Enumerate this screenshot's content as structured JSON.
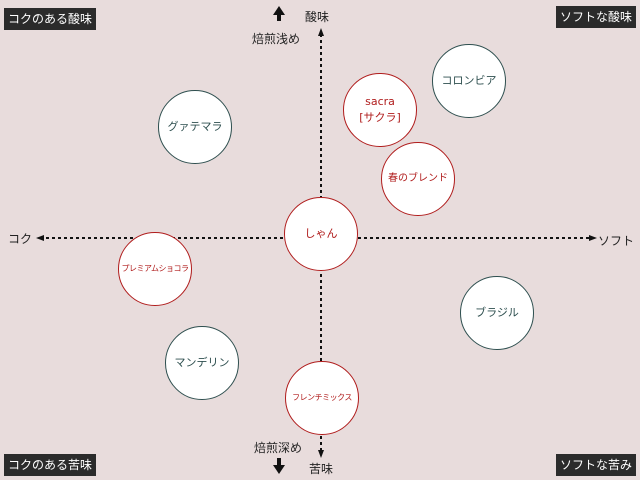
{
  "corners": {
    "top_left": "コクのある酸味",
    "top_right": "ソフトな酸味",
    "bottom_left": "コクのある苦味",
    "bottom_right": "ソフトな苦み"
  },
  "axes": {
    "top": "酸味",
    "top_sub": "焙煎浅め",
    "bottom": "苦味",
    "bottom_sub": "焙煎深め",
    "left": "コク",
    "right": "ソフト"
  },
  "products": [
    {
      "name": "グァテマラ"
    },
    {
      "name": "sacra",
      "sub": "[サクラ]"
    },
    {
      "name": "コロンビア"
    },
    {
      "name": "春のブレンド"
    },
    {
      "name": "しゃん"
    },
    {
      "name": "プレミアムショコラ"
    },
    {
      "name": "ブラジル"
    },
    {
      "name": "マンデリン"
    },
    {
      "name": "フレンチミックス"
    }
  ],
  "colors": {
    "original": "#b01c1c",
    "standard": "#2e4f4f",
    "background": "#e8dcdc"
  }
}
